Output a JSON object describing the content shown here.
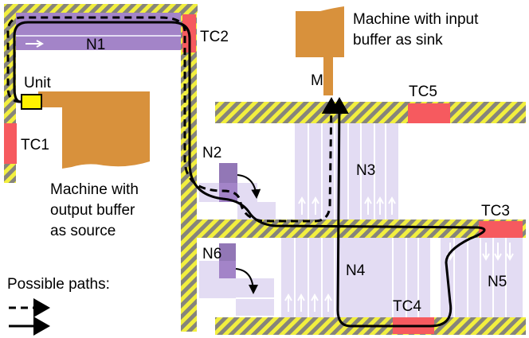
{
  "colors": {
    "hazard_yellow": "#f2ef3e",
    "hazard_gray": "#86847c",
    "transfer_car": "#f65a5f",
    "machine": "#d8913c",
    "conveyor_dark": "#a384c8",
    "conveyor_light": "#e3dcf3",
    "conveyor_mid": "#9277b6",
    "unit": "#fff200",
    "path": "#000000"
  },
  "labels": {
    "n1": "N1",
    "n2": "N2",
    "n3": "N3",
    "n4": "N4",
    "n5": "N5",
    "n6": "N6",
    "tc1": "TC1",
    "tc2": "TC2",
    "tc3": "TC3",
    "tc4": "TC4",
    "tc5": "TC5",
    "unit": "Unit",
    "m": "M",
    "sink_line1": "Machine with input",
    "sink_line2": "buffer as sink",
    "source_line1": "Machine with",
    "source_line2": "output buffer",
    "source_line3": "as source"
  },
  "legend": {
    "title": "Possible paths:",
    "dashed_icon": "dashed-arrow-icon",
    "solid_icon": "solid-arrow-icon"
  }
}
